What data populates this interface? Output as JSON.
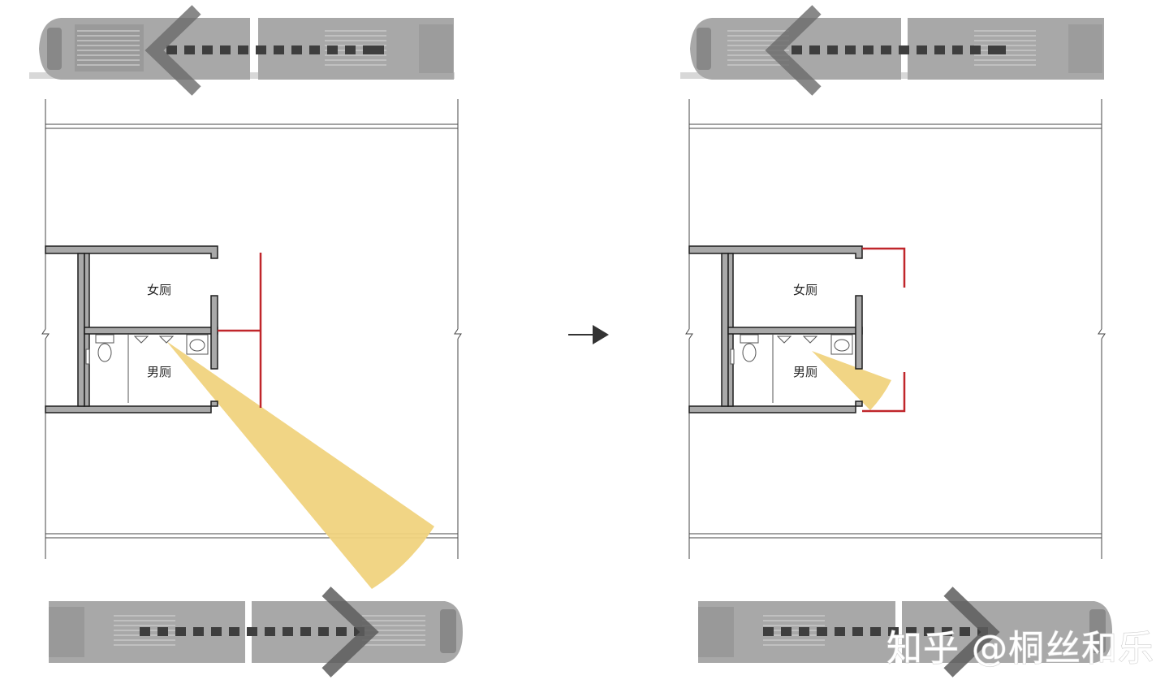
{
  "diagram": {
    "panels": [
      {
        "id": "before",
        "women_label": "女厕",
        "men_label": "男厕",
        "top_train_direction": "left",
        "bottom_train_direction": "right",
        "screen_type": "t-wall",
        "sightline": "wide"
      },
      {
        "id": "after",
        "women_label": "女厕",
        "men_label": "男厕",
        "top_train_direction": "left",
        "bottom_train_direction": "right",
        "screen_type": "bracket-walls",
        "sightline": "narrow"
      }
    ],
    "transition_arrow": "right-arrow-icon",
    "colors": {
      "sightline": "#f0d37e",
      "screen": "#c0262b",
      "wall_fill": "#a9a9a9",
      "wall_stroke": "#1e1e1e",
      "train_body": "#a7a7a7",
      "train_dark": "#555555",
      "arrow": "#333333"
    }
  },
  "watermark": {
    "text": "知乎 @桐丝和乐"
  }
}
